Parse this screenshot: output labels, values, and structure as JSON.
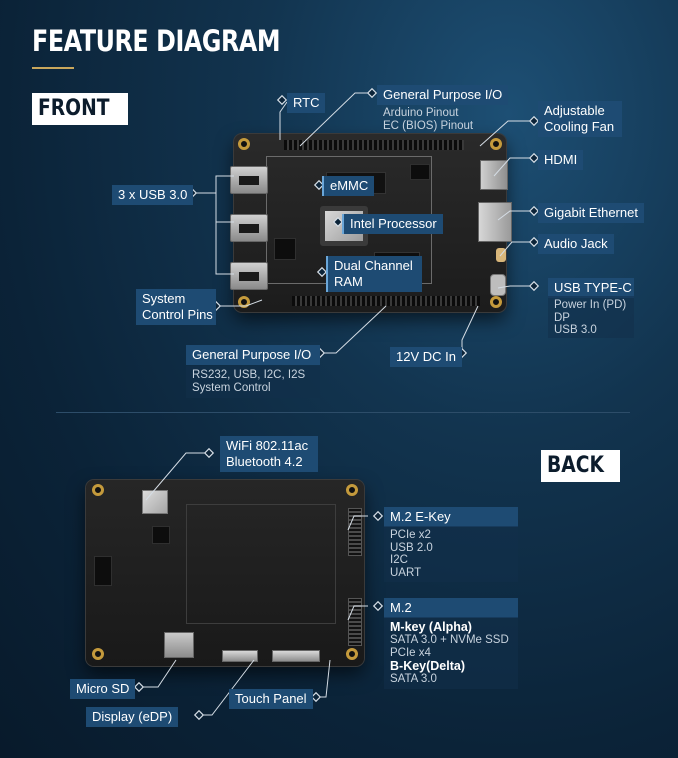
{
  "title": "FEATURE DIAGRAM",
  "front": {
    "label": "FRONT",
    "callouts": {
      "rtc": "RTC",
      "gpio_top": {
        "title": "General Purpose I/O",
        "lines": [
          "Arduino Pinout",
          "EC (BIOS) Pinout"
        ]
      },
      "fan": [
        "Adjustable",
        "Cooling Fan"
      ],
      "hdmi": "HDMI",
      "usb3": "3 x USB 3.0",
      "emmc": "eMMC",
      "cpu": "Intel Processor",
      "ethernet": "Gigabit Ethernet",
      "audio": "Audio Jack",
      "ram": [
        "Dual Channel",
        "RAM"
      ],
      "typec": {
        "title": "USB TYPE-C",
        "lines": [
          "Power In (PD)",
          "DP",
          "USB 3.0"
        ]
      },
      "sys_ctrl": [
        "System",
        "Control Pins"
      ],
      "gpio_bottom": {
        "title": "General Purpose I/O",
        "lines": [
          "RS232, USB, I2C, I2S",
          "System Control"
        ]
      },
      "dc_in": "12V DC In"
    }
  },
  "back": {
    "label": "BACK",
    "callouts": {
      "wifi": [
        "WiFi 802.11ac",
        "Bluetooth  4.2"
      ],
      "m2_ekey": {
        "title": "M.2 E-Key",
        "lines": [
          "PCIe x2",
          "USB 2.0",
          "I2C",
          "UART"
        ]
      },
      "m2": {
        "title": "M.2",
        "mkey_title": "M-key (Alpha)",
        "mkey_lines": [
          "SATA 3.0 + NVMe SSD",
          "PCIe  x4"
        ],
        "bkey_title": "B-Key(Delta)",
        "bkey_lines": [
          "SATA 3.0"
        ]
      },
      "micro_sd": "Micro SD",
      "touch": "Touch Panel",
      "edp": "Display (eDP)"
    }
  },
  "colors": {
    "background": "#0b2338",
    "callout": "#1e4b73",
    "accent": "#c9a75c",
    "pcb": "#1f1f1f"
  }
}
